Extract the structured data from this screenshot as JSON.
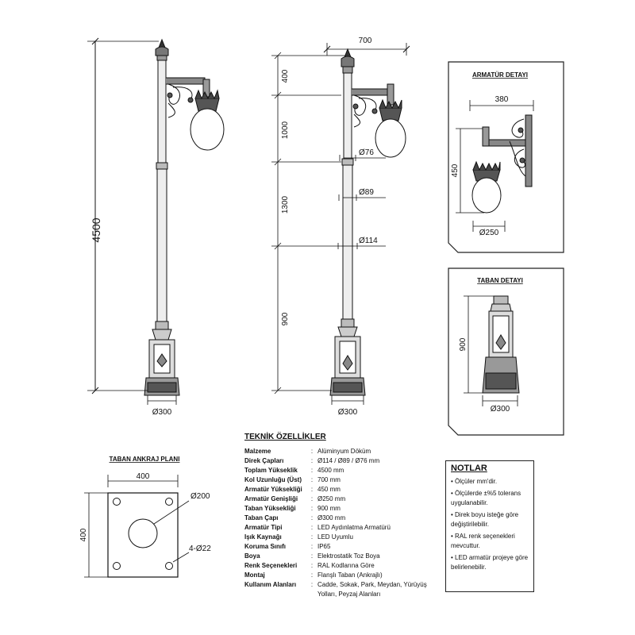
{
  "dimensions": {
    "total_height": "4500",
    "arm_width": "700",
    "seg_top": "400",
    "seg_1000": "1000",
    "seg_1300": "1300",
    "seg_900": "900",
    "d76": "Ø76",
    "d89": "Ø89",
    "d114": "Ø114",
    "base_left": "Ø300",
    "base_right": "Ø300"
  },
  "armature_detail": {
    "title": "ARMATÜR DETAYI",
    "width": "380",
    "height": "450",
    "diameter": "Ø250"
  },
  "base_detail": {
    "title": "TABAN DETAYI",
    "height": "900",
    "diameter": "Ø300"
  },
  "anchor_plan": {
    "title": "TABAN ANKRAJ PLANI",
    "width": "400",
    "height": "400",
    "hole": "Ø200",
    "bolts": "4-Ø22"
  },
  "specs": {
    "title": "TEKNİK ÖZELLİKLER",
    "rows": [
      {
        "k": "Malzeme",
        "v": "Alüminyum Döküm"
      },
      {
        "k": "Direk Çapları",
        "v": "Ø114 / Ø89 / Ø76 mm"
      },
      {
        "k": "Toplam Yükseklik",
        "v": "4500 mm"
      },
      {
        "k": "Kol Uzunluğu (Üst)",
        "v": "700 mm"
      },
      {
        "k": "Armatür Yüksekliği",
        "v": "450 mm"
      },
      {
        "k": "Armatür Genişliği",
        "v": "Ø250 mm"
      },
      {
        "k": "Taban Yüksekliği",
        "v": "900 mm"
      },
      {
        "k": "Taban Çapı",
        "v": "Ø300 mm"
      },
      {
        "k": "Armatür Tipi",
        "v": "LED Aydınlatma Armatürü"
      },
      {
        "k": "Işık Kaynağı",
        "v": "LED Uyumlu"
      },
      {
        "k": "Koruma Sınıfı",
        "v": "IP65"
      },
      {
        "k": "Boya",
        "v": "Elektrostatik Toz Boya"
      },
      {
        "k": "Renk Seçenekleri",
        "v": "RAL Kodlarına Göre"
      },
      {
        "k": "Montaj",
        "v": "Flanşlı Taban (Ankrajlı)"
      },
      {
        "k": "Kullanım Alanları",
        "v": "Cadde, Sokak, Park, Meydan, Yürüyüş Yolları, Peyzaj Alanları"
      }
    ],
    "colon": ":"
  },
  "notes": {
    "title": "NOTLAR",
    "items": [
      "Ölçüler mm'dir.",
      "Ölçülerde ±%5 tolerans uygulanabilir.",
      "Direk boyu isteğe göre değiştirilebilir.",
      "RAL renk seçenekleri mevcuttur.",
      "LED armatür projeye göre belirlenebilir."
    ]
  }
}
